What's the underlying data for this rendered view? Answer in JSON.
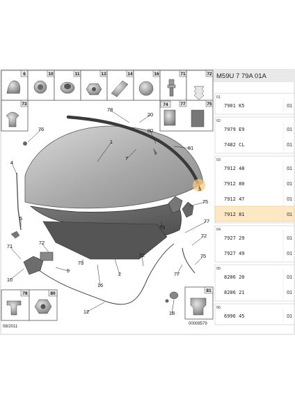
{
  "title": "M59U 7 79A 01A",
  "footer_date": "08/2011",
  "footer_code": "00008579",
  "colors": {
    "highlight_row": "#fde8c4",
    "header_box": "#eeeeee",
    "gray_part": "#9c9c9c",
    "dark_part": "#5a5a5a"
  },
  "top_boxes": [
    "6",
    "10",
    "11",
    "13",
    "14",
    "16",
    "71",
    "72"
  ],
  "box_73": "73",
  "box_74": "74",
  "box_77": "77",
  "box_75": "75",
  "box_78": "78",
  "box_80": "80",
  "box_81": "81",
  "callouts": [
    {
      "id": "c1",
      "text": "1"
    },
    {
      "id": "c2",
      "text": "2"
    },
    {
      "id": "c3",
      "text": "3"
    },
    {
      "id": "c4",
      "text": "4"
    },
    {
      "id": "c5",
      "text": "5"
    },
    {
      "id": "c7",
      "text": "7"
    },
    {
      "id": "c9",
      "text": "9"
    },
    {
      "id": "c10",
      "text": "10"
    },
    {
      "id": "c12",
      "text": "12"
    },
    {
      "id": "c16",
      "text": "16"
    },
    {
      "id": "c18",
      "text": "18"
    },
    {
      "id": "c20",
      "text": "20"
    },
    {
      "id": "c71",
      "text": "71"
    },
    {
      "id": "c72a",
      "text": "72"
    },
    {
      "id": "c72b",
      "text": "72"
    },
    {
      "id": "c72c",
      "text": "72"
    },
    {
      "id": "c73a",
      "text": "73"
    },
    {
      "id": "c73b",
      "text": "73"
    },
    {
      "id": "c75a",
      "text": "75"
    },
    {
      "id": "c75b",
      "text": "75"
    },
    {
      "id": "c76",
      "text": "76"
    },
    {
      "id": "c77a",
      "text": "77"
    },
    {
      "id": "c77b",
      "text": "77"
    },
    {
      "id": "c78",
      "text": "78"
    },
    {
      "id": "c80",
      "text": "80"
    },
    {
      "id": "c81",
      "text": "81"
    }
  ],
  "sections": [
    {
      "num": "01",
      "rows": [
        {
          "ref": "7901 K5",
          "qty": "01",
          "highlight": false
        }
      ]
    },
    {
      "num": "02",
      "rows": [
        {
          "ref": "7979 E9",
          "qty": "01",
          "highlight": false
        },
        {
          "ref": "7482 CL",
          "qty": "01",
          "highlight": false
        }
      ]
    },
    {
      "num": "03",
      "rows": [
        {
          "ref": "7912 48",
          "qty": "01",
          "highlight": false
        },
        {
          "ref": "7912 80",
          "qty": "01",
          "highlight": false
        },
        {
          "ref": "7912 47",
          "qty": "01",
          "highlight": false
        },
        {
          "ref": "7912 81",
          "qty": "01",
          "highlight": true
        }
      ]
    },
    {
      "num": "04",
      "rows": [
        {
          "ref": "7927 29",
          "qty": "01",
          "highlight": false
        },
        {
          "ref": "7927 49",
          "qty": "01",
          "highlight": false
        }
      ]
    },
    {
      "num": "05",
      "rows": [
        {
          "ref": "8206 20",
          "qty": "01",
          "highlight": false
        },
        {
          "ref": "8206 21",
          "qty": "01",
          "highlight": false
        }
      ]
    },
    {
      "num": "06",
      "rows": [
        {
          "ref": "6996 45",
          "qty": "01",
          "highlight": false
        }
      ]
    }
  ]
}
